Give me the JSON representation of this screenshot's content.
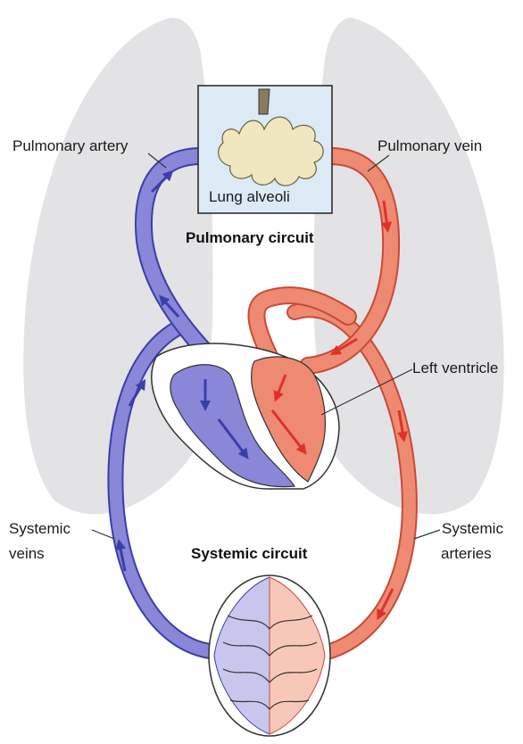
{
  "labels": {
    "pulmonary_artery": "Pulmonary artery",
    "pulmonary_vein": "Pulmonary vein",
    "lung_alveoli": "Lung alveoli",
    "pulmonary_circuit": "Pulmonary circuit",
    "left_ventricle": "Left ventricle",
    "systemic_veins_line1": "Systemic",
    "systemic_veins_line2": "veins",
    "systemic_arteries_line1": "Systemic",
    "systemic_arteries_line2": "arteries",
    "systemic_circuit": "Systemic circuit"
  },
  "colors": {
    "deoxygenated": "#8a86d8",
    "deoxygenated_dark": "#3a3fa8",
    "oxygenated": "#ef8a72",
    "oxygenated_dark": "#e0302a",
    "lungs": "#e3e3e5",
    "alveoli": "#f0e6bf",
    "alveoli_box": "#dceaf6"
  }
}
